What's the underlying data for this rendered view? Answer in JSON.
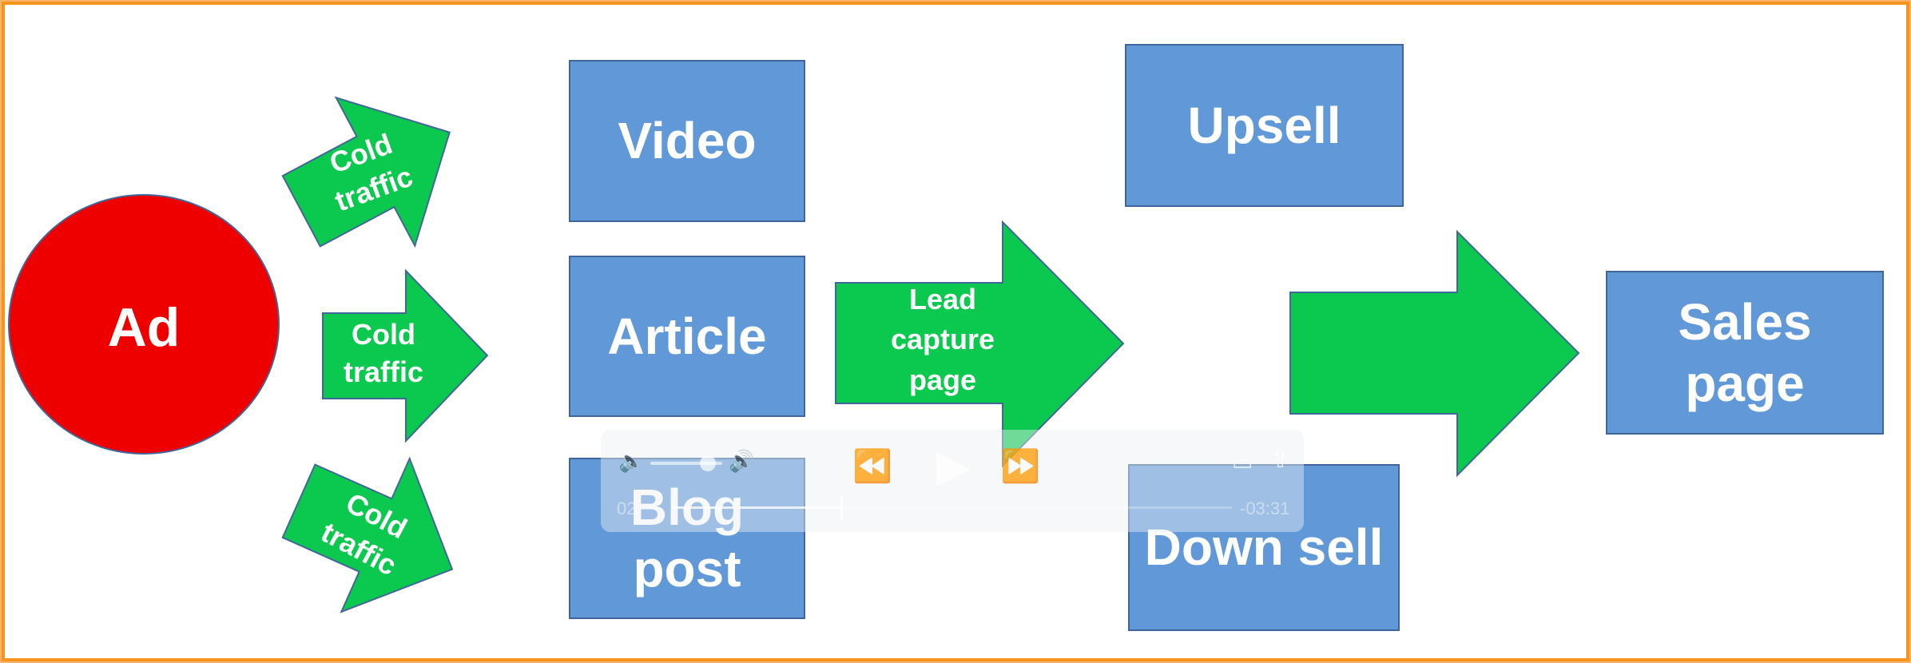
{
  "diagram": {
    "source": {
      "label": "Ad",
      "color": "#EE0000"
    },
    "traffic_arrows": [
      {
        "label": "Cold traffic"
      },
      {
        "label": "Cold traffic"
      },
      {
        "label": "Cold traffic"
      }
    ],
    "content_boxes": [
      {
        "label": "Video"
      },
      {
        "label": "Article"
      },
      {
        "label": "Blog post"
      }
    ],
    "lead_arrow": {
      "label": "Lead capture page"
    },
    "offer_boxes": [
      {
        "label": "Upsell"
      },
      {
        "label": "Down sell"
      }
    ],
    "destination": {
      "label": "Sales page"
    },
    "colors": {
      "box": "#6199D8",
      "arrow": "#0BC84E",
      "border": "#F7941D",
      "outline": "#41679A"
    }
  },
  "player": {
    "elapsed": "02:",
    "remaining": "-03:31",
    "progress_percent": 30,
    "volume_percent": 80
  }
}
